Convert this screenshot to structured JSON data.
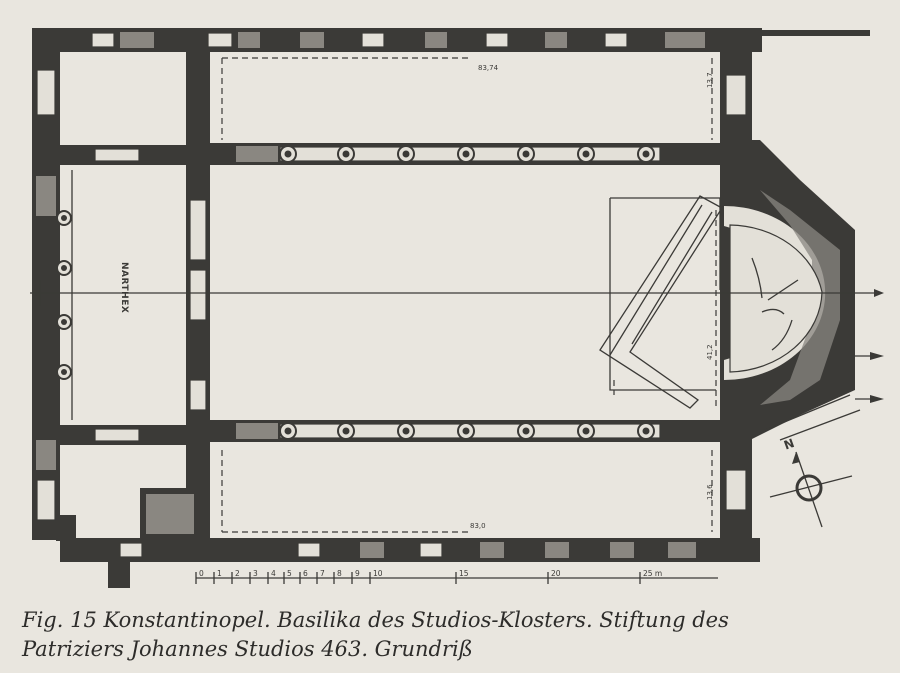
{
  "figure": {
    "caption_line1": "Fig. 15   Konstantinopel. Basilika des Studios-Klosters. Stiftung des",
    "caption_line2": "Patriziers Johannes Studios 463. Grundriß"
  },
  "plan": {
    "narthex_label": "NARTHEX",
    "north_label": "N",
    "dimensions": {
      "top_length": "83,74",
      "bottom_length": "83,0",
      "top_right_width": "13,7",
      "nave_width": "41,2",
      "bottom_right_width": "13,6"
    },
    "scale": {
      "labels": [
        "0",
        "1",
        "2",
        "3",
        "4",
        "5",
        "6",
        "7",
        "8",
        "9",
        "10",
        "15",
        "20",
        "25 m"
      ]
    }
  }
}
